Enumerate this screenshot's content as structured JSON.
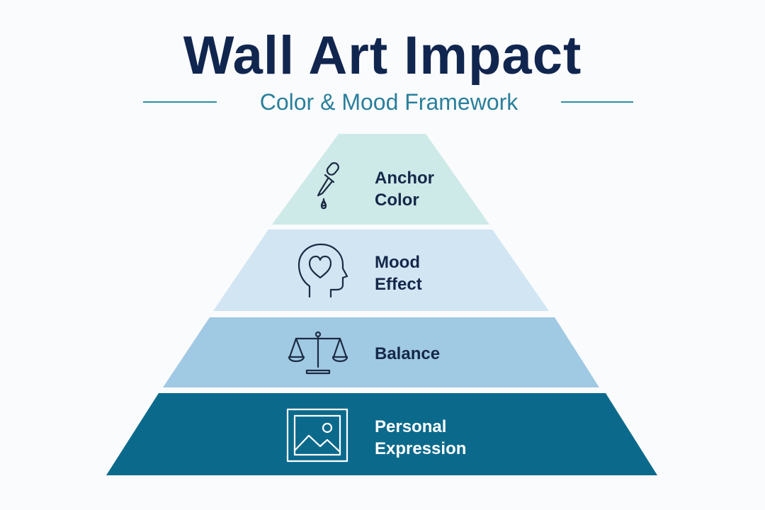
{
  "title": "Wall Art Impact",
  "subtitle": "Color & Mood Framework",
  "colors": {
    "title": "#11264f",
    "subtitle": "#2a7f9c",
    "rule": "#2a8fa8",
    "label_dark": "#15284a",
    "label_light": "#ffffff",
    "icon_dark": "#1c2b44",
    "icon_light": "#ffffff"
  },
  "tiers": [
    {
      "label": "Anchor\nColor",
      "icon": "eyedropper-icon",
      "fill": "#cde9e8"
    },
    {
      "label": "Mood\nEffect",
      "icon": "head-heart-icon",
      "fill": "#d1e5f3"
    },
    {
      "label": "Balance",
      "icon": "scale-icon",
      "fill": "#a0c9e3"
    },
    {
      "label": "Personal\nExpression",
      "icon": "picture-frame-icon",
      "fill": "#0b6a8c"
    }
  ]
}
